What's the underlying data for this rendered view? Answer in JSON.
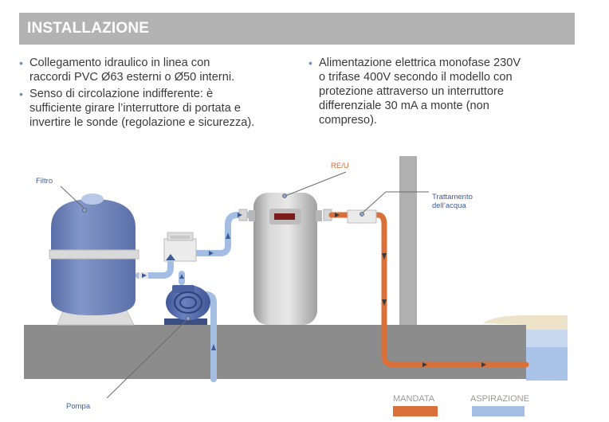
{
  "header": {
    "title": "INSTALLAZIONE"
  },
  "bullets_left": [
    {
      "lines": [
        "Collegamento idraulico in linea con",
        "raccordi PVC Ø63 esterni o Ø50 interni."
      ]
    },
    {
      "lines": [
        "Senso di circolazione indifferente: è",
        "sufficiente girare l’interruttore di portata e",
        "invertire le sonde (regolazione e sicurezza)."
      ]
    }
  ],
  "bullets_right": [
    {
      "lines": [
        "Alimentazione elettrica monofase 230V",
        "o trifase 400V secondo il modello con",
        "protezione attraverso un interruttore",
        "differenziale 30 mA a monte (non",
        "compreso)."
      ]
    }
  ],
  "diagram": {
    "labels": {
      "filtro": "Filtro",
      "reu": "RE/U",
      "trattamento_1": "Trattamento",
      "trattamento_2": "dell’acqua",
      "pompa": "Pompa"
    },
    "legend": {
      "mandata": "MANDATA",
      "aspirazione": "ASPIRAZIONE"
    },
    "colors": {
      "mandata": "#d9703a",
      "aspirazione": "#a3bde3",
      "filter_tank": "#6e84b8",
      "pump": "#4e66a6",
      "floor": "#8c8c8c",
      "pool_water": "#a9c4e8",
      "label_blue": "#3e5b9a",
      "label_orange": "#d46a2e",
      "legend_text": "#999999"
    }
  }
}
